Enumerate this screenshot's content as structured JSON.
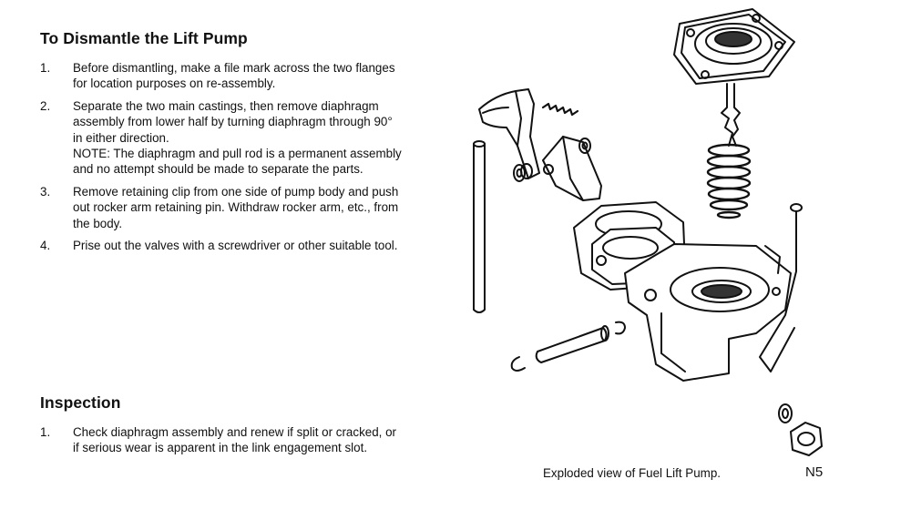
{
  "dismantle": {
    "title": "To Dismantle the Lift Pump",
    "steps": [
      {
        "num": "1.",
        "text": "Before dismantling, make a file mark across the two flanges for location purposes on re-assembly."
      },
      {
        "num": "2.",
        "text": "Separate the two main castings, then remove diaphragm assembly from lower half by turning diaphragm through 90° in either direction.",
        "note": "NOTE: The diaphragm and pull rod is a permanent assembly and no attempt should be made to separate the parts."
      },
      {
        "num": "3.",
        "text": "Remove retaining clip from one side of pump body and push out rocker arm retaining pin. Withdraw rocker arm, etc., from the body."
      },
      {
        "num": "4.",
        "text": "Prise out the valves with a screwdriver or other suitable tool."
      }
    ]
  },
  "inspection": {
    "title": "Inspection",
    "steps": [
      {
        "num": "1.",
        "text": "Check diaphragm assembly and renew if split or cracked, or if serious wear is apparent in the link engagement slot."
      }
    ]
  },
  "figure": {
    "caption": "Exploded view of Fuel Lift Pump.",
    "number": "N5"
  }
}
